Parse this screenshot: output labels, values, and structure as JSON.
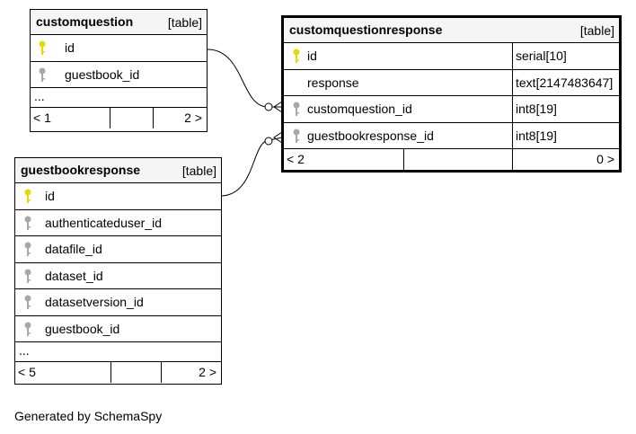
{
  "tables": {
    "customquestion": {
      "name": "customquestion",
      "type": "[table]",
      "columns": [
        {
          "name": "id",
          "key": "primary"
        },
        {
          "name": "guestbook_id",
          "key": "foreign"
        }
      ],
      "ellipsis": "...",
      "footer": {
        "left": "< 1",
        "right": "2 >"
      }
    },
    "guestbookresponse": {
      "name": "guestbookresponse",
      "type": "[table]",
      "columns": [
        {
          "name": "id",
          "key": "primary"
        },
        {
          "name": "authenticateduser_id",
          "key": "foreign"
        },
        {
          "name": "datafile_id",
          "key": "foreign"
        },
        {
          "name": "dataset_id",
          "key": "foreign"
        },
        {
          "name": "datasetversion_id",
          "key": "foreign"
        },
        {
          "name": "guestbook_id",
          "key": "foreign"
        }
      ],
      "ellipsis": "...",
      "footer": {
        "left": "< 5",
        "right": "2 >"
      }
    },
    "customquestionresponse": {
      "name": "customquestionresponse",
      "type": "[table]",
      "columns": [
        {
          "name": "id",
          "coltype": "serial[10]",
          "key": "primary"
        },
        {
          "name": "response",
          "coltype": "text[2147483647]",
          "key": "none"
        },
        {
          "name": "customquestion_id",
          "coltype": "int8[19]",
          "key": "foreign"
        },
        {
          "name": "guestbookresponse_id",
          "coltype": "int8[19]",
          "key": "foreign"
        }
      ],
      "footer": {
        "left": "< 2",
        "right": "0 >"
      }
    }
  },
  "colors": {
    "primary_key": "#e6d800",
    "foreign_key": "#a8a8a8",
    "header_bg": "#f5f5f5"
  },
  "footer_text": "Generated by SchemaSpy"
}
